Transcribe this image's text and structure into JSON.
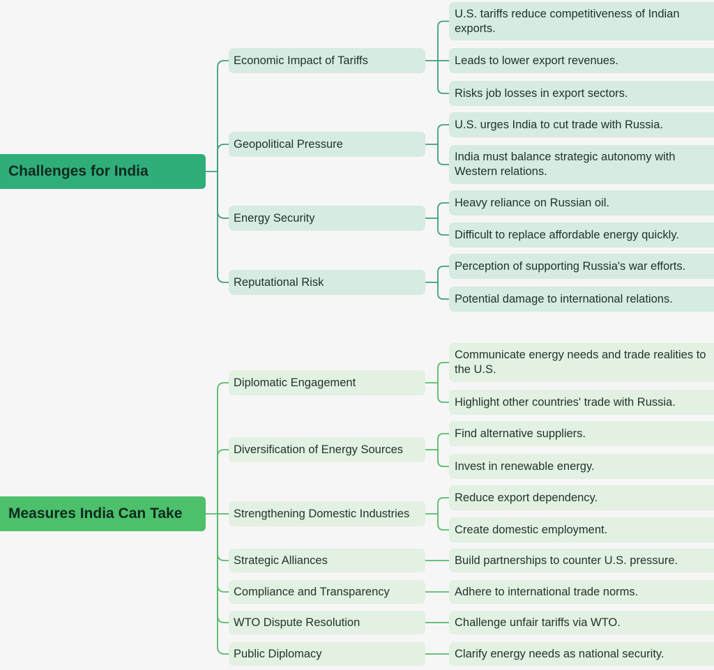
{
  "colors": {
    "background": "#f7f6f6",
    "tree1_root": "#2fae7a",
    "tree1_box": "#d6ebe2",
    "tree1_line": "#3aa079",
    "tree2_root": "#4cc06a",
    "tree2_box": "#e2f1e2",
    "tree2_line": "#56b86c"
  },
  "trees": [
    {
      "root": "Challenges for India",
      "branches": [
        {
          "label": "Economic Impact of Tariffs",
          "leaves": [
            "U.S. tariffs reduce competitiveness of Indian exports.",
            "Leads to lower export revenues.",
            "Risks job losses in export sectors."
          ]
        },
        {
          "label": "Geopolitical Pressure",
          "leaves": [
            "U.S. urges India to cut trade with Russia.",
            "India must balance strategic autonomy with Western relations."
          ]
        },
        {
          "label": "Energy Security",
          "leaves": [
            "Heavy reliance on Russian oil.",
            "Difficult to replace affordable energy quickly."
          ]
        },
        {
          "label": "Reputational Risk",
          "leaves": [
            "Perception of supporting Russia's war efforts.",
            "Potential damage to international relations."
          ]
        }
      ]
    },
    {
      "root": "Measures India Can Take",
      "branches": [
        {
          "label": "Diplomatic Engagement",
          "leaves": [
            "Communicate energy needs and trade realities to the U.S.",
            "Highlight other countries' trade with Russia."
          ]
        },
        {
          "label": "Diversification of Energy Sources",
          "leaves": [
            "Find alternative suppliers.",
            "Invest in renewable energy."
          ]
        },
        {
          "label": "Strengthening Domestic Industries",
          "leaves": [
            "Reduce export dependency.",
            "Create domestic employment."
          ]
        },
        {
          "label": "Strategic Alliances",
          "leaves": [
            "Build partnerships to counter U.S. pressure."
          ]
        },
        {
          "label": "Compliance and Transparency",
          "leaves": [
            "Adhere to international trade norms."
          ]
        },
        {
          "label": "WTO Dispute Resolution",
          "leaves": [
            "Challenge unfair tariffs via WTO."
          ]
        },
        {
          "label": "Public Diplomacy",
          "leaves": [
            "Clarify energy needs as national security."
          ]
        }
      ]
    }
  ]
}
